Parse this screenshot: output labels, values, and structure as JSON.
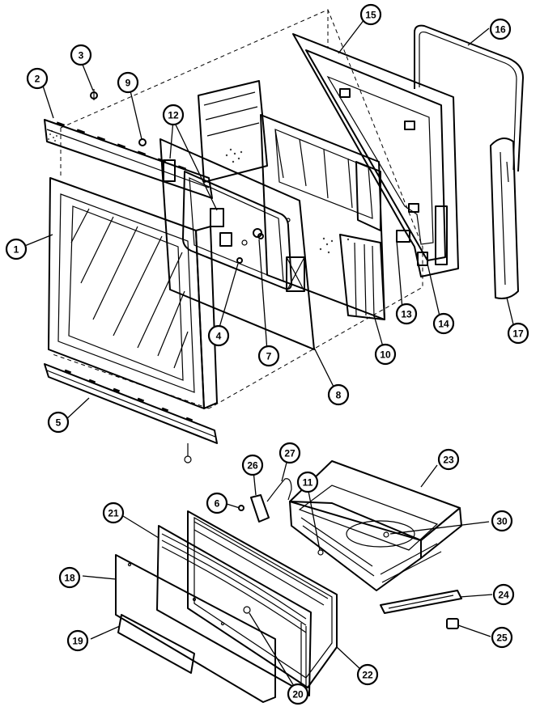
{
  "callouts": [
    {
      "id": "c1",
      "label": "1"
    },
    {
      "id": "c2",
      "label": "2"
    },
    {
      "id": "c3",
      "label": "3"
    },
    {
      "id": "c4",
      "label": "4"
    },
    {
      "id": "c5",
      "label": "5"
    },
    {
      "id": "c6",
      "label": "6"
    },
    {
      "id": "c7",
      "label": "7"
    },
    {
      "id": "c8",
      "label": "8"
    },
    {
      "id": "c9",
      "label": "9"
    },
    {
      "id": "c10",
      "label": "10"
    },
    {
      "id": "c11",
      "label": "11"
    },
    {
      "id": "c12",
      "label": "12"
    },
    {
      "id": "c13",
      "label": "13"
    },
    {
      "id": "c14",
      "label": "14"
    },
    {
      "id": "c15",
      "label": "15"
    },
    {
      "id": "c16",
      "label": "16"
    },
    {
      "id": "c17",
      "label": "17"
    },
    {
      "id": "c18",
      "label": "18"
    },
    {
      "id": "c19",
      "label": "19"
    },
    {
      "id": "c20",
      "label": "20"
    },
    {
      "id": "c21",
      "label": "21"
    },
    {
      "id": "c22",
      "label": "22"
    },
    {
      "id": "c23",
      "label": "23"
    },
    {
      "id": "c24",
      "label": "24"
    },
    {
      "id": "c25",
      "label": "25"
    },
    {
      "id": "c26",
      "label": "26"
    },
    {
      "id": "c27",
      "label": "27"
    },
    {
      "id": "c30",
      "label": "30"
    }
  ]
}
